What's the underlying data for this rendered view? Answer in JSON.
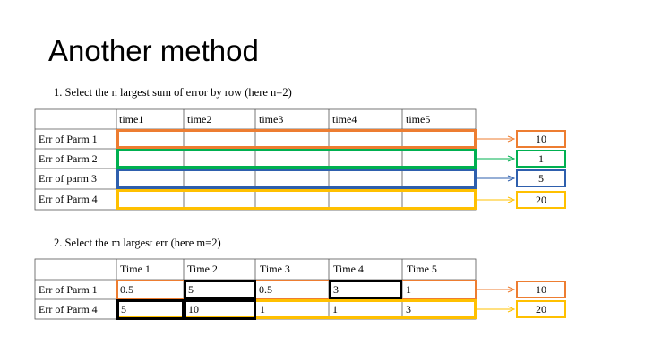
{
  "title": "Another method",
  "step1": {
    "text": "1. Select the n largest sum of error by row  (here n=2)",
    "headers": [
      "time1",
      "time2",
      "time3",
      "time4",
      "time5"
    ],
    "rows": [
      "Err of Parm 1",
      "Err of Parm 2",
      "Err of parm 3",
      "Err of Parm 4"
    ],
    "results": [
      "10",
      "1",
      "5",
      "20"
    ]
  },
  "step2": {
    "text": "2. Select the m largest err (here m=2)",
    "headers": [
      "Time 1",
      "Time 2",
      "Time 3",
      "Time 4",
      "Time 5"
    ],
    "rows": [
      {
        "label": "Err of Parm 1",
        "values": [
          "0.5",
          "5",
          "0.5",
          "3",
          "1"
        ]
      },
      {
        "label": "Err of Parm 4",
        "values": [
          "5",
          "10",
          "1",
          "1",
          "3"
        ]
      }
    ],
    "results": [
      "10",
      "20"
    ]
  },
  "colors": {
    "orange": "#ED7D31",
    "green": "#00B050",
    "blue": "#2E5FAD",
    "yellow": "#FFC000",
    "black": "#000000"
  }
}
